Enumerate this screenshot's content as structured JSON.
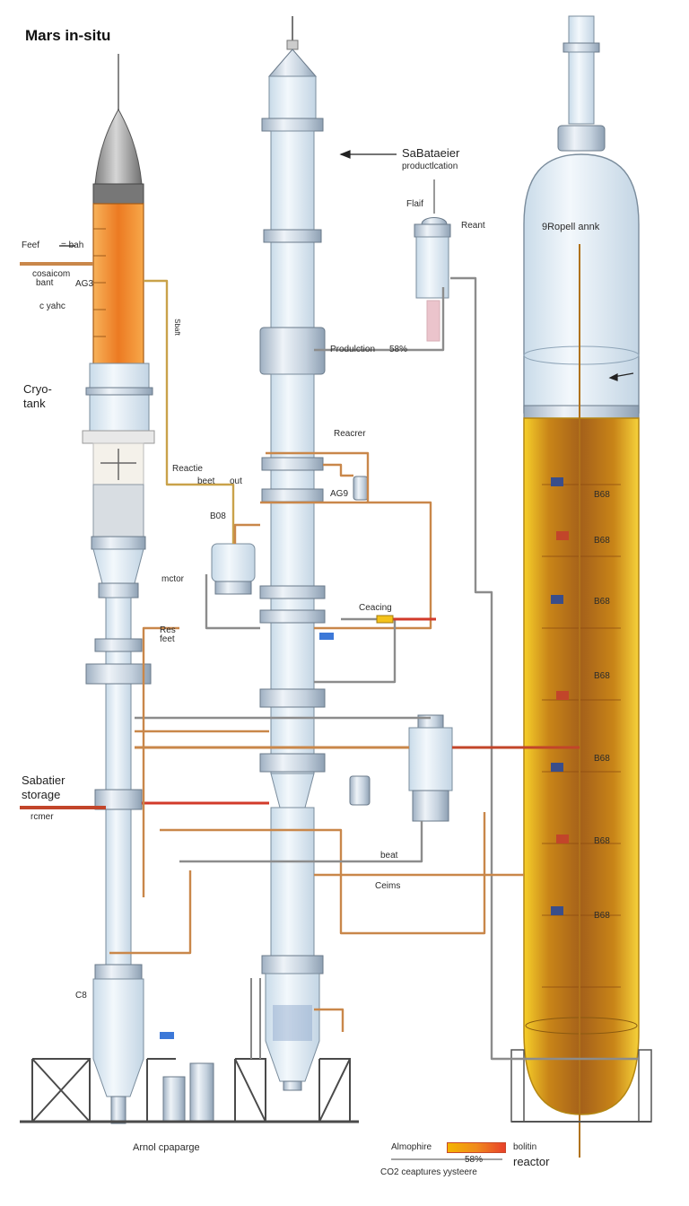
{
  "title": "Mars in-situ",
  "labels": {
    "sabatier_production": "SaBataeier",
    "sabatier_production_sub": "productlcation",
    "flash": "Flaif",
    "reant": "Reant",
    "propellant_tank": "9Ropell annk",
    "feed": "Feef",
    "feed_line": "= bah",
    "cryo_label_a": "cosaicom",
    "cryo_label_b": "bant",
    "ag3_top": "AG3",
    "cycle": "c yahc",
    "side_tag": "Sbaft",
    "production": "Produlction",
    "production_pct": "58%",
    "cryo_tank": "Cryo-\ntank",
    "reactor": "Reactie",
    "reactor_top": "Reacrer",
    "reactor_gas": "beet",
    "reactor_out": "out",
    "ag3_mid": "AG9",
    "b08": "B08",
    "motor": "mctor",
    "ceasing": "Ceacing",
    "res": "Res",
    "feed2": "feet",
    "sabatier_storage": "Sabatier\nstorage",
    "ramer": "rcmer",
    "beat": "beat",
    "ceims": "Ceims",
    "c8": "C8",
    "arnol": "Arnol cpaparge",
    "atmosphere": "Almophire",
    "atmosphere_pct": "58%",
    "co2_capture": "CO2 ceaptures yysteere",
    "boltin": "bolitin",
    "reactor_bottom": "reactor",
    "gauge_b68": "B68"
  },
  "colors": {
    "copper": "#c9874a",
    "orange_liquid": "#ec8a2a",
    "yellow_liquid": "#f4c21a",
    "amber_liquid": "#b06a1c",
    "steel": "#b9c7d6",
    "glass": "#dbe8f2",
    "red_pipe": "#d23a2a",
    "blue_pipe": "#3c78d8",
    "frame": "#4a4a4a"
  }
}
